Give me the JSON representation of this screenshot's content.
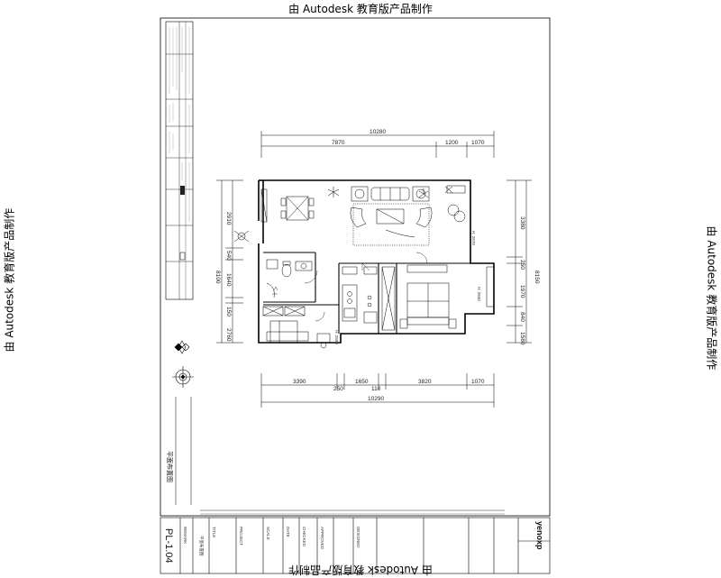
{
  "watermark": "由 Autodesk 教育版产品制作",
  "drawing": {
    "title": "平面布置图",
    "sheet_code": "PL-1.04",
    "brand": "yenoxp"
  },
  "dimensions": {
    "top_total": "10280",
    "top_parts": [
      "7870",
      "1200",
      "1070"
    ],
    "bottom_parts": [
      "3390",
      "250",
      "1650",
      "110",
      "3820",
      "1070"
    ],
    "bottom_total": "10290",
    "left_total": "8100",
    "left_parts": [
      "2910",
      "540",
      "1640",
      "150",
      "2760"
    ],
    "right_total": "8150",
    "right_parts": [
      "3380",
      "250",
      "1970",
      "840",
      "1580"
    ]
  },
  "title_block": {
    "fields": [
      "REMARK",
      "TITLE",
      "PROJECT",
      "SCALE",
      "DATE",
      "CHECKED",
      "APPROVED",
      "DESIGNED"
    ],
    "values": [
      "平面布置图",
      "",
      "",
      "",
      "",
      "",
      "",
      ""
    ]
  }
}
